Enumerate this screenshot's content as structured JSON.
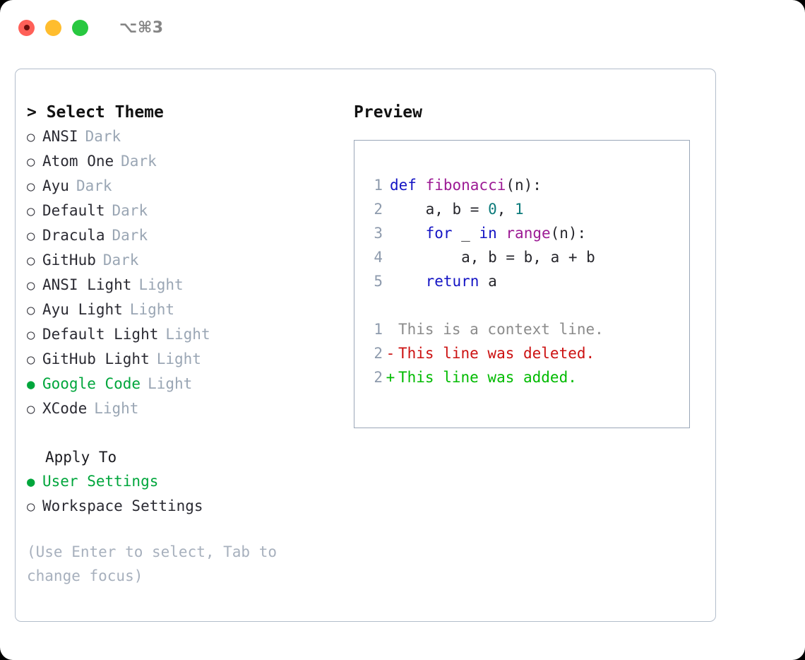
{
  "titlebar": {
    "traffic_lights": [
      "close",
      "minimize",
      "maximize"
    ],
    "shortcut": "⌥⌘3"
  },
  "theme_panel": {
    "title": "> Select Theme",
    "items": [
      {
        "marker": "○",
        "label": "ANSI",
        "category": "Dark",
        "selected": false
      },
      {
        "marker": "○",
        "label": "Atom One",
        "category": "Dark",
        "selected": false
      },
      {
        "marker": "○",
        "label": "Ayu",
        "category": "Dark",
        "selected": false
      },
      {
        "marker": "○",
        "label": "Default",
        "category": "Dark",
        "selected": false
      },
      {
        "marker": "○",
        "label": "Dracula",
        "category": "Dark",
        "selected": false
      },
      {
        "marker": "○",
        "label": "GitHub",
        "category": "Dark",
        "selected": false
      },
      {
        "marker": "○",
        "label": "ANSI Light",
        "category": "Light",
        "selected": false
      },
      {
        "marker": "○",
        "label": "Ayu Light",
        "category": "Light",
        "selected": false
      },
      {
        "marker": "○",
        "label": "Default Light",
        "category": "Light",
        "selected": false
      },
      {
        "marker": "○",
        "label": "GitHub Light",
        "category": "Light",
        "selected": false
      },
      {
        "marker": "●",
        "label": "Google Code",
        "category": "Light",
        "selected": true
      },
      {
        "marker": "○",
        "label": "XCode",
        "category": "Light",
        "selected": false
      }
    ]
  },
  "apply_to": {
    "title": "Apply To",
    "items": [
      {
        "marker": "●",
        "label": "User Settings",
        "selected": true
      },
      {
        "marker": "○",
        "label": "Workspace Settings",
        "selected": false
      }
    ]
  },
  "hint": "(Use Enter to select, Tab to change focus)",
  "preview": {
    "title": "Preview",
    "code_lines": [
      {
        "num": "1",
        "tokens": [
          {
            "t": "def ",
            "c": "kw"
          },
          {
            "t": "fibonacci",
            "c": "fn"
          },
          {
            "t": "(n):",
            "c": "txt"
          }
        ]
      },
      {
        "num": "2",
        "tokens": [
          {
            "t": "    a, b = ",
            "c": "txt"
          },
          {
            "t": "0",
            "c": "num"
          },
          {
            "t": ", ",
            "c": "txt"
          },
          {
            "t": "1",
            "c": "num"
          }
        ]
      },
      {
        "num": "3",
        "tokens": [
          {
            "t": "    ",
            "c": "txt"
          },
          {
            "t": "for",
            "c": "kw"
          },
          {
            "t": " _ ",
            "c": "txt"
          },
          {
            "t": "in",
            "c": "kw"
          },
          {
            "t": " ",
            "c": "txt"
          },
          {
            "t": "range",
            "c": "fn"
          },
          {
            "t": "(n):",
            "c": "txt"
          }
        ]
      },
      {
        "num": "4",
        "tokens": [
          {
            "t": "        a, b = b, a + b",
            "c": "txt"
          }
        ]
      },
      {
        "num": "5",
        "tokens": [
          {
            "t": "    ",
            "c": "txt"
          },
          {
            "t": "return",
            "c": "kw"
          },
          {
            "t": " a",
            "c": "txt"
          }
        ]
      }
    ],
    "diff_lines": [
      {
        "num": "1",
        "mark": " ",
        "text": "This is a context line.",
        "kind": "ctx"
      },
      {
        "num": "2",
        "mark": "-",
        "text": "This line was deleted.",
        "kind": "del"
      },
      {
        "num": "2",
        "mark": "+",
        "text": "This line was added.",
        "kind": "add"
      }
    ]
  },
  "colors": {
    "accent_green": "#00a63c",
    "diff_add": "#00bb00",
    "diff_del": "#cc1111",
    "keyword": "#1414c4",
    "function": "#9c1a94",
    "number": "#0b7a7a",
    "muted": "#9aa6b4",
    "border": "#9aa7b8"
  }
}
